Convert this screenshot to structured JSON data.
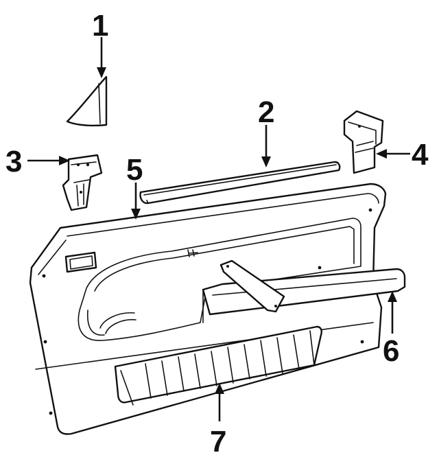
{
  "diagram": {
    "callouts": [
      {
        "id": "1",
        "label": "1"
      },
      {
        "id": "2",
        "label": "2"
      },
      {
        "id": "3",
        "label": "3"
      },
      {
        "id": "4",
        "label": "4"
      },
      {
        "id": "5",
        "label": "5"
      },
      {
        "id": "6",
        "label": "6"
      },
      {
        "id": "7",
        "label": "7"
      }
    ],
    "colors": {
      "ink": "#111111",
      "background": "#ffffff"
    }
  }
}
